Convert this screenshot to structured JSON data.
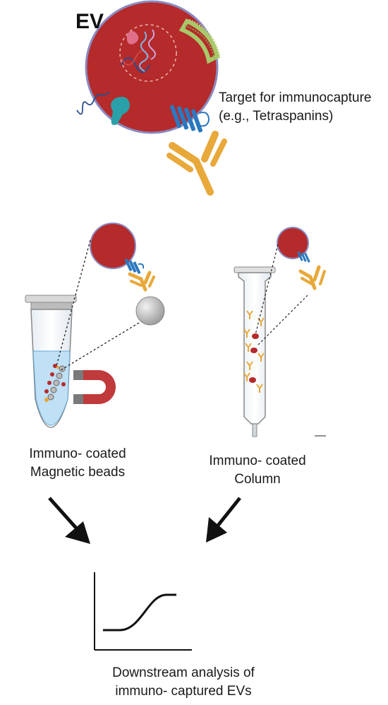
{
  "ev_label": "EV",
  "target": {
    "line1": "Target for immunocapture",
    "line2": "(e.g., Tetraspanins)"
  },
  "methods": {
    "beads": {
      "line1": "Immuno- coated",
      "line2": "Magnetic beads"
    },
    "column": {
      "line1": "Immuno- coated",
      "line2": "Column"
    }
  },
  "analysis": {
    "line1": "Downstream analysis of",
    "line2": "immuno- captured EVs"
  },
  "colors": {
    "ev_red": "#b52a2a",
    "ev_border": "#8a8ac0",
    "tetraspanin_blue": "#2a78c0",
    "antibody_gold": "#e8a83a",
    "lipid_green": "#a8c86a",
    "bead_grey": "#b8b8b8",
    "magnet_red": "#c0393b",
    "tube_liquid": "#bfe0f5"
  }
}
